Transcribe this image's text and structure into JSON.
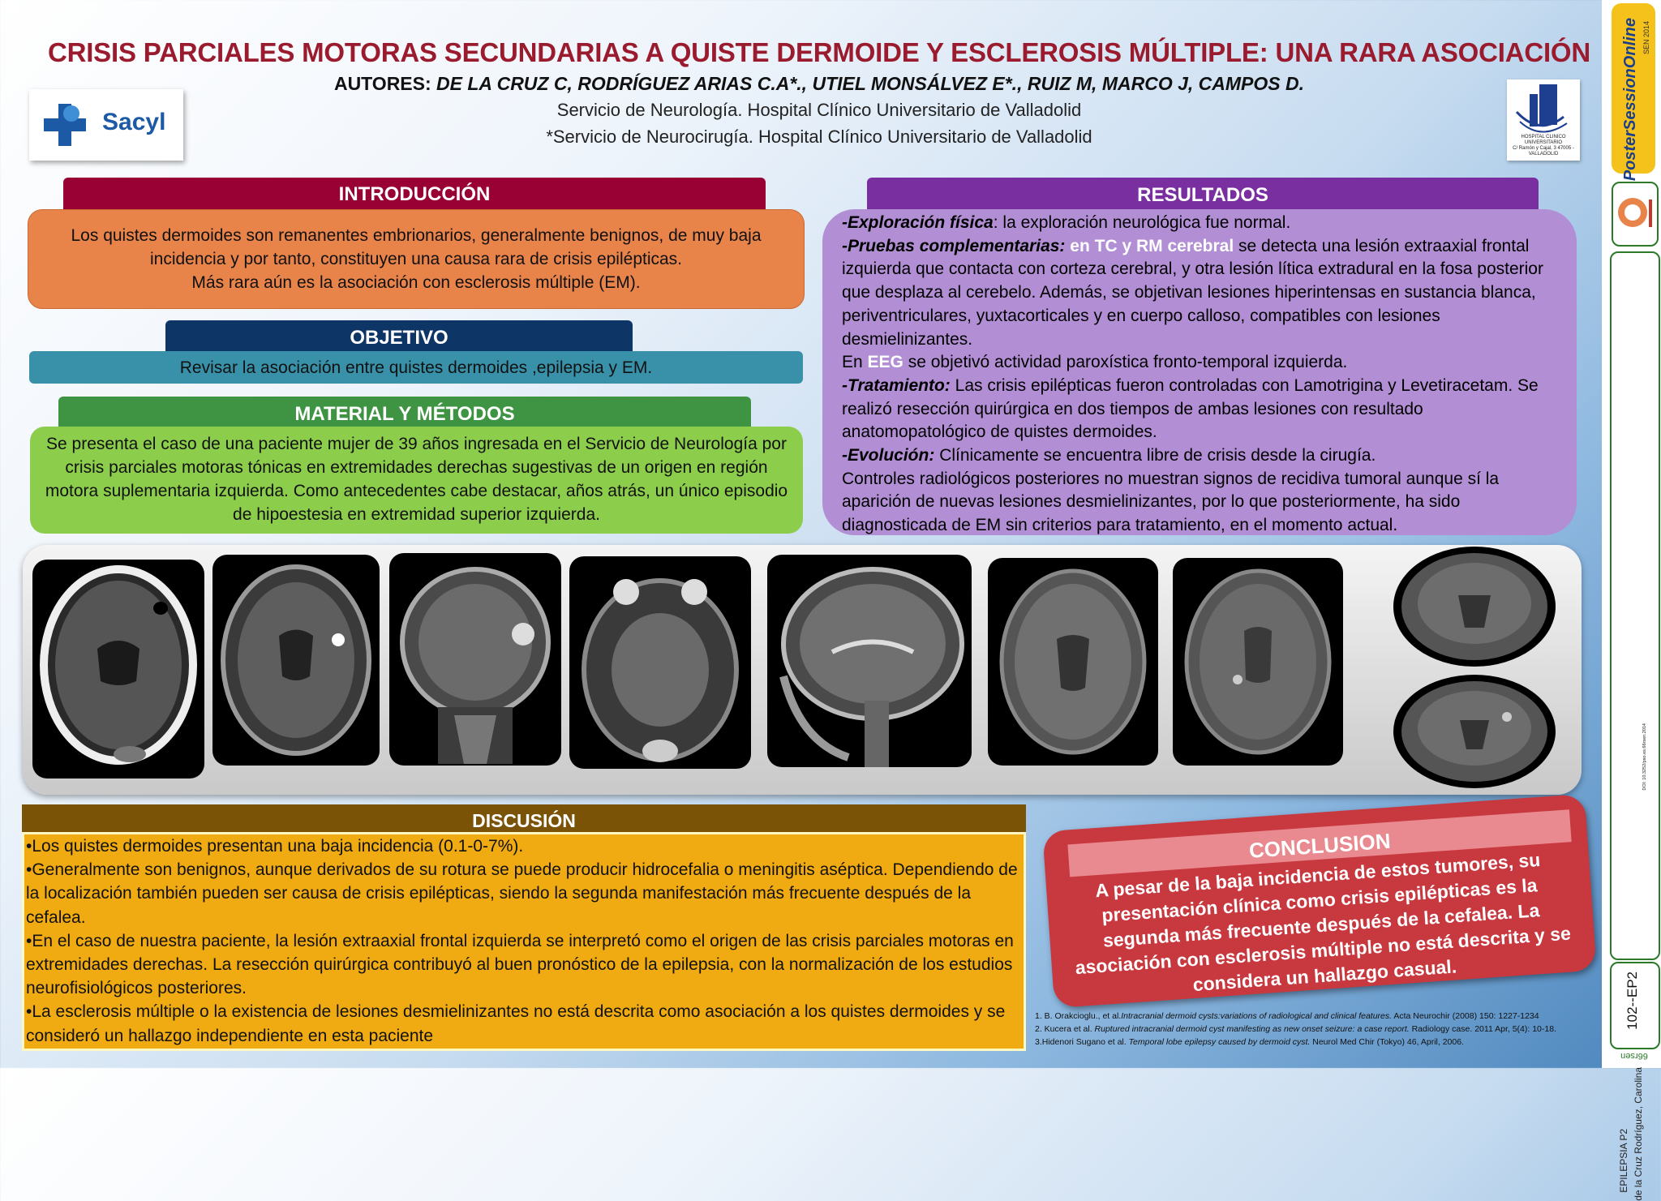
{
  "header": {
    "title": "CRISIS PARCIALES MOTORAS SECUNDARIAS A QUISTE DERMOIDE Y ESCLEROSIS MÚLTIPLE: UNA RARA ASOCIACIÓN",
    "authors_label": "AUTORES:",
    "authors_names": "DE LA CRUZ C, RODRÍGUEZ ARIAS C.A*., UTIEL MONSÁLVEZ E*., RUIZ M, MARCO J, CAMPOS D.",
    "service1": "Servicio de Neurología. Hospital Clínico Universitario de Valladolid",
    "service2": "*Servicio de Neurocirugía. Hospital Clínico Universitario de Valladolid",
    "logo_left": "Sacyl",
    "logo_right_caption": "HOSPITAL CLINICO UNIVERSITARIO",
    "logo_right_address": "C/ Ramón y Cajal, 3 47005 - VALLADOLID"
  },
  "introduccion": {
    "title": "INTRODUCCIÓN",
    "text": "Los quistes dermoides son remanentes embrionarios, generalmente benignos, de muy baja incidencia y por tanto, constituyen una causa rara de crisis epilépticas.",
    "text2": "Más rara aún es la asociación con esclerosis múltiple (EM).",
    "header_color": "#990033",
    "box_color": "#e8834a"
  },
  "objetivo": {
    "title": "OBJETIVO",
    "text": "Revisar la asociación entre quistes dermoides ,epilepsia y EM.",
    "header_color": "#0d3566",
    "box_color": "#3891a8"
  },
  "material": {
    "title": "MATERIAL Y MÉTODOS",
    "text": "Se presenta el caso de una paciente mujer de 39 años ingresada en el Servicio de Neurología por crisis parciales motoras tónicas en extremidades derechas sugestivas de un origen en región motora suplementaria izquierda. Como antecedentes cabe destacar, años atrás, un único episodio de hipoestesia en extremidad superior izquierda.",
    "header_color": "#3f9443",
    "box_color": "#8ccd4c"
  },
  "resultados": {
    "title": "RESULTADOS",
    "header_color": "#7a2fa0",
    "box_color": "#b28fd4",
    "exploracion_label": "-Exploración física",
    "exploracion_text": ": la exploración neurológica fue normal.",
    "pruebas_label": "-Pruebas complementarias:",
    "pruebas_hl": "en TC y RM cerebral",
    "pruebas_text": "se detecta una lesión extraaxial frontal izquierda que contacta con corteza cerebral, y otra lesión lítica extradural en la fosa posterior que desplaza al cerebelo. Además, se objetivan lesiones hiperintensas en sustancia blanca, periventriculares, yuxtacorticales y en cuerpo calloso, compatibles con lesiones desmielinizantes.",
    "eeg_pre": "En",
    "eeg_hl": "EEG",
    "eeg_text": "se objetivó actividad paroxística fronto-temporal izquierda.",
    "tratamiento_label": "-Tratamiento:",
    "tratamiento_text": "Las crisis epilépticas fueron controladas con Lamotrigina y Levetiracetam. Se realizó resección quirúrgica en dos tiempos de ambas lesiones con resultado anatomopatológico de quistes dermoides.",
    "evolucion_label": "-Evolución:",
    "evolucion_text": "Clínicamente se encuentra libre de crisis desde la cirugía.",
    "controles_text": "Controles radiológicos posteriores no muestran signos de recidiva tumoral aunque sí la aparición de nuevas lesiones desmielinizantes, por lo que posteriormente, ha sido diagnosticada de EM sin criterios para tratamiento, en el momento actual."
  },
  "discusion": {
    "title": "DISCUSIÓN",
    "p1": "•Los quistes dermoides presentan una baja incidencia (0.1-0-7%).",
    "p2": "•Generalmente son benignos, aunque derivados de su rotura se puede producir hidrocefalia o meningitis aséptica. Dependiendo de la localización también pueden ser causa de crisis epilépticas, siendo la segunda manifestación más frecuente después de la cefalea.",
    "p3": "•En el caso de nuestra paciente, la lesión extraaxial frontal izquierda se interpretó como el origen de las crisis parciales motoras en extremidades derechas. La resección quirúrgica contribuyó al buen pronóstico de la epilepsia, con la normalización de los estudios neurofisiológicos posteriores.",
    "p4": "•La esclerosis múltiple o la existencia de lesiones desmielinizantes no está descrita como asociación a los quistes dermoides y se consideró un hallazgo independiente en esta paciente"
  },
  "conclusion": {
    "title": "CONCLUSION",
    "text": "A pesar de la baja incidencia de estos tumores, su presentación clínica como crisis epilépticas es la segunda más frecuente después de la cefalea. La asociación con esclerosis múltiple no está descrita y se considera un hallazgo casual."
  },
  "references": [
    {
      "pre": "1. B. Orakcioglu., et al.",
      "title": "Intracranial dermoid cysts:variations of radiological and clinical features.",
      "post": " Acta Neurochir (2008) 150: 1227-1234"
    },
    {
      "pre": "2. Kucera et al. ",
      "title": "Ruptured intracranial dermoid cyst manifesting as new onset seizure: a case report.",
      "post": " Radiology case. 2011 Apr, 5(4): 10-18."
    },
    {
      "pre": "3.Hidenori Sugano et al. ",
      "title": "Temporal lobe epilepsy caused by dermoid cyst.",
      "post": " Neurol Med Chir (Tokyo) 46, April, 2006."
    }
  ],
  "images": [
    {
      "name": "ct-axial-scan"
    },
    {
      "name": "mri-axial-t1-scan"
    },
    {
      "name": "mri-coronal-t1-scan"
    },
    {
      "name": "mri-axial-t2-scan"
    },
    {
      "name": "mri-sagittal-scan"
    },
    {
      "name": "mri-axial-flair-scan-1"
    },
    {
      "name": "mri-axial-flair-scan-2"
    },
    {
      "name": "mri-coronal-flair-scan-1"
    },
    {
      "name": "mri-coronal-flair-scan-2"
    }
  ],
  "sidebar": {
    "brand": "PosterSessionOnline",
    "brand_small": "SEN 2014",
    "doi": "DOI: 10.3252/pso.es.66rsen.2014",
    "category": "EPILEPSIA P2",
    "author": "de la Cruz Rodríguez, Carolina",
    "code": "102--EP2",
    "footer": "66rsen"
  }
}
